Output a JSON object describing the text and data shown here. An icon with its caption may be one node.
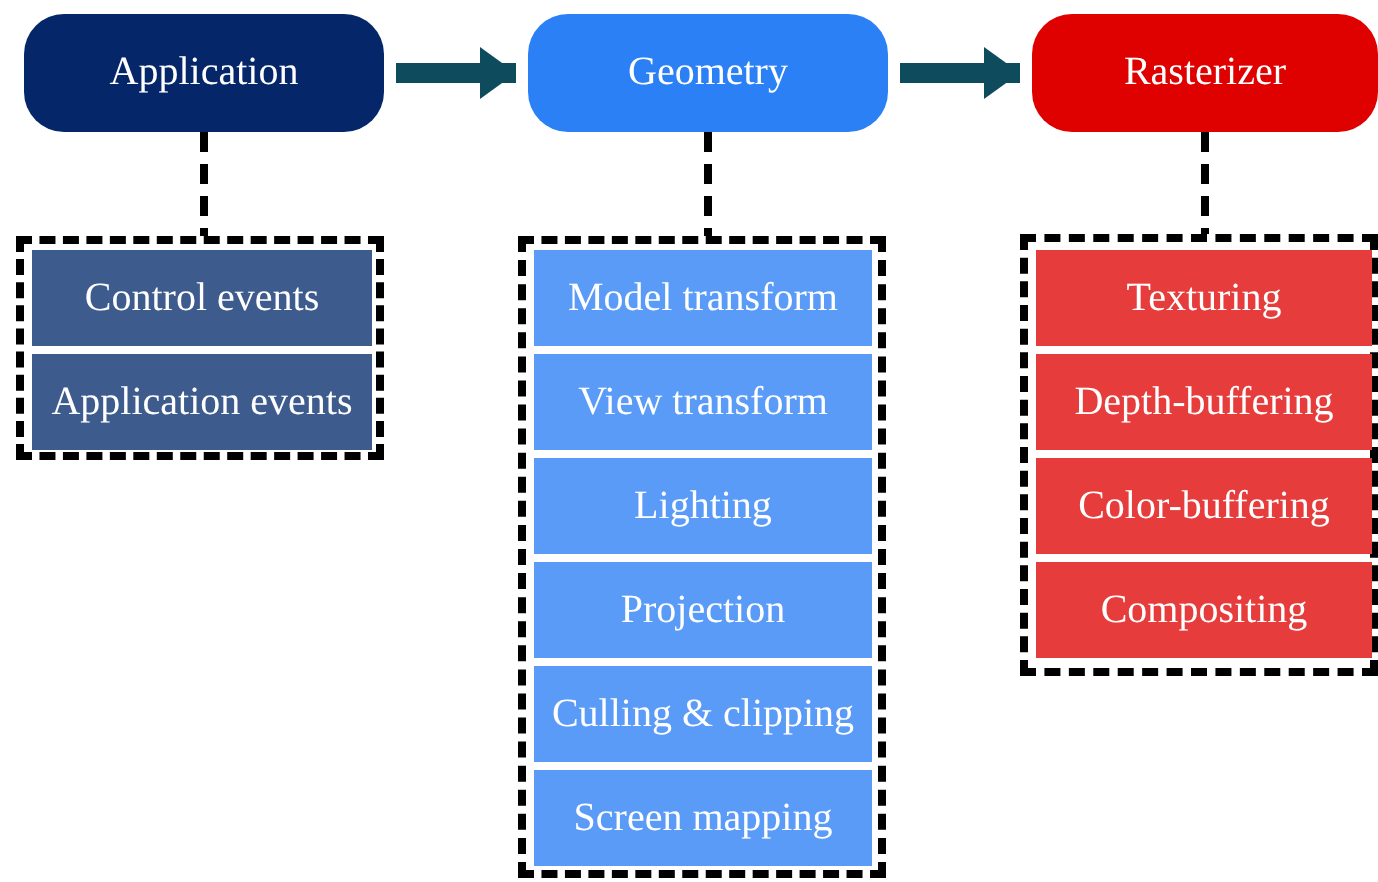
{
  "diagram": {
    "nodes": [
      {
        "text": [
          "Application"
        ]
      },
      {
        "text": [
          "Geometry"
        ]
      },
      {
        "text": [
          "Rasterizer"
        ]
      },
      {
        "text": [],
        "shape": "box"
      },
      {
        "text": [
          "Control events"
        ],
        "in": 3
      },
      {
        "text": [
          "Application events"
        ],
        "in": 3
      },
      {
        "text": [],
        "shape": "box"
      },
      {
        "text": [
          "Model transform"
        ],
        "in": 6
      },
      {
        "text": [
          "View transform"
        ],
        "in": 6
      },
      {
        "text": [
          "Lighting"
        ],
        "in": 6
      },
      {
        "text": [
          "Projection"
        ],
        "in": 6
      },
      {
        "text": [
          "Culling & clipping"
        ],
        "in": 6
      },
      {
        "text": [
          "Screen mapping"
        ],
        "in": 6
      },
      {
        "text": [],
        "shape": "box"
      },
      {
        "text": [
          "Texturing"
        ],
        "in": 13
      },
      {
        "text": [
          "Depth-buffering"
        ],
        "in": 13
      },
      {
        "text": [
          "Color-buffering"
        ],
        "in": 13
      },
      {
        "text": [
          "Compositing"
        ],
        "in": 13
      }
    ],
    "edges": [
      {
        "from": 0,
        "to": 1,
        "arrow": "to",
        "style": "thick",
        "color": "#0e4b5c"
      },
      {
        "from": 1,
        "to": 2,
        "arrow": "to",
        "style": "thick",
        "color": "#0e4b5c"
      },
      {
        "from": 0,
        "to": 3,
        "arrow": "none",
        "style": "dashed"
      },
      {
        "from": 1,
        "to": 6,
        "arrow": "none",
        "style": "dashed"
      },
      {
        "from": 2,
        "to": 13,
        "arrow": "none",
        "style": "dashed"
      }
    ]
  }
}
